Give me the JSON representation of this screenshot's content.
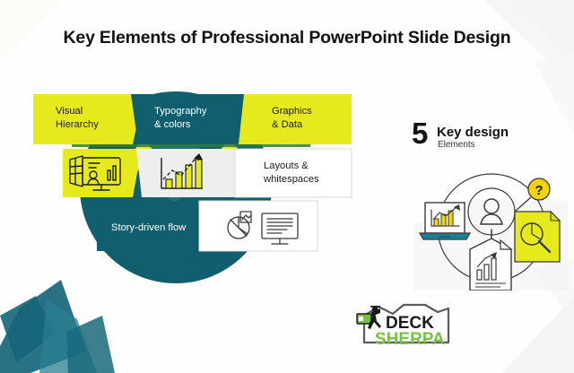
{
  "page": {
    "title": "Key Elements of Professional PowerPoint Slide Design",
    "background_color": "#fefefe"
  },
  "colors": {
    "dark_teal": "#115f6e",
    "mid_teal": "#1b6f80",
    "light_teal": "#2a7f92",
    "yellow": "#e6ea1c",
    "panel_gray": "#eeeeee",
    "white": "#ffffff",
    "text_dark": "#1b1b1b",
    "logo_green": "#7ac143",
    "badge_yellow": "#f5d307"
  },
  "infographic": {
    "name": "funnel-diagram",
    "rows": [
      {
        "id": "row-1",
        "blocks": [
          {
            "id": "visual-hierarchy",
            "label": "Visual\nHierarchy",
            "line1": "Visual",
            "line2": "Hierarchy",
            "fill": "yellow",
            "text": "dark"
          },
          {
            "id": "typography-colors",
            "label": "Typography\n& colors",
            "line1": "Typography",
            "line2": "& colors",
            "fill": "dark_teal",
            "text": "light"
          },
          {
            "id": "graphics-data",
            "label": "Graphics\n& Data",
            "line1": "Graphics",
            "line2": "& Data",
            "fill": "yellow",
            "text": "dark"
          }
        ]
      },
      {
        "id": "row-2",
        "blocks": [
          {
            "id": "whiteboard-icon-block",
            "icon": "presentation-board-icon",
            "fill": "yellow"
          },
          {
            "id": "growth-chart-block",
            "icon": "bar-chart-growth-icon",
            "fill": "panel_gray"
          },
          {
            "id": "layouts-whitespaces",
            "line1": "Layouts &",
            "line2": "whitespaces",
            "fill": "white",
            "text": "dark"
          }
        ]
      },
      {
        "id": "row-3",
        "blocks": [
          {
            "id": "story-driven-flow",
            "line1": "Story-driven flow",
            "fill": "dark_teal",
            "text": "light"
          },
          {
            "id": "story-icons-block",
            "icons": [
              "pie-chart-pointer-icon",
              "monitor-slide-icon"
            ],
            "fill": "white"
          }
        ]
      }
    ]
  },
  "key_design": {
    "number": "5",
    "headline": "Key design",
    "subline": "Elements"
  },
  "icon_cluster": {
    "name": "key-design-icon-cluster",
    "icons": [
      {
        "id": "laptop-chart-icon",
        "label": "laptop-chart-icon"
      },
      {
        "id": "person-avatar-icon",
        "label": "person-avatar-icon"
      },
      {
        "id": "question-badge-icon",
        "label": "question-badge-icon",
        "glyph": "?"
      },
      {
        "id": "document-chart-icon",
        "label": "document-chart-icon"
      },
      {
        "id": "document-magnifier-icon",
        "label": "document-magnifier-icon"
      }
    ]
  },
  "logo": {
    "name": "deck-sherpa-logo",
    "line1": "DECK",
    "line2": "SHERPA"
  }
}
